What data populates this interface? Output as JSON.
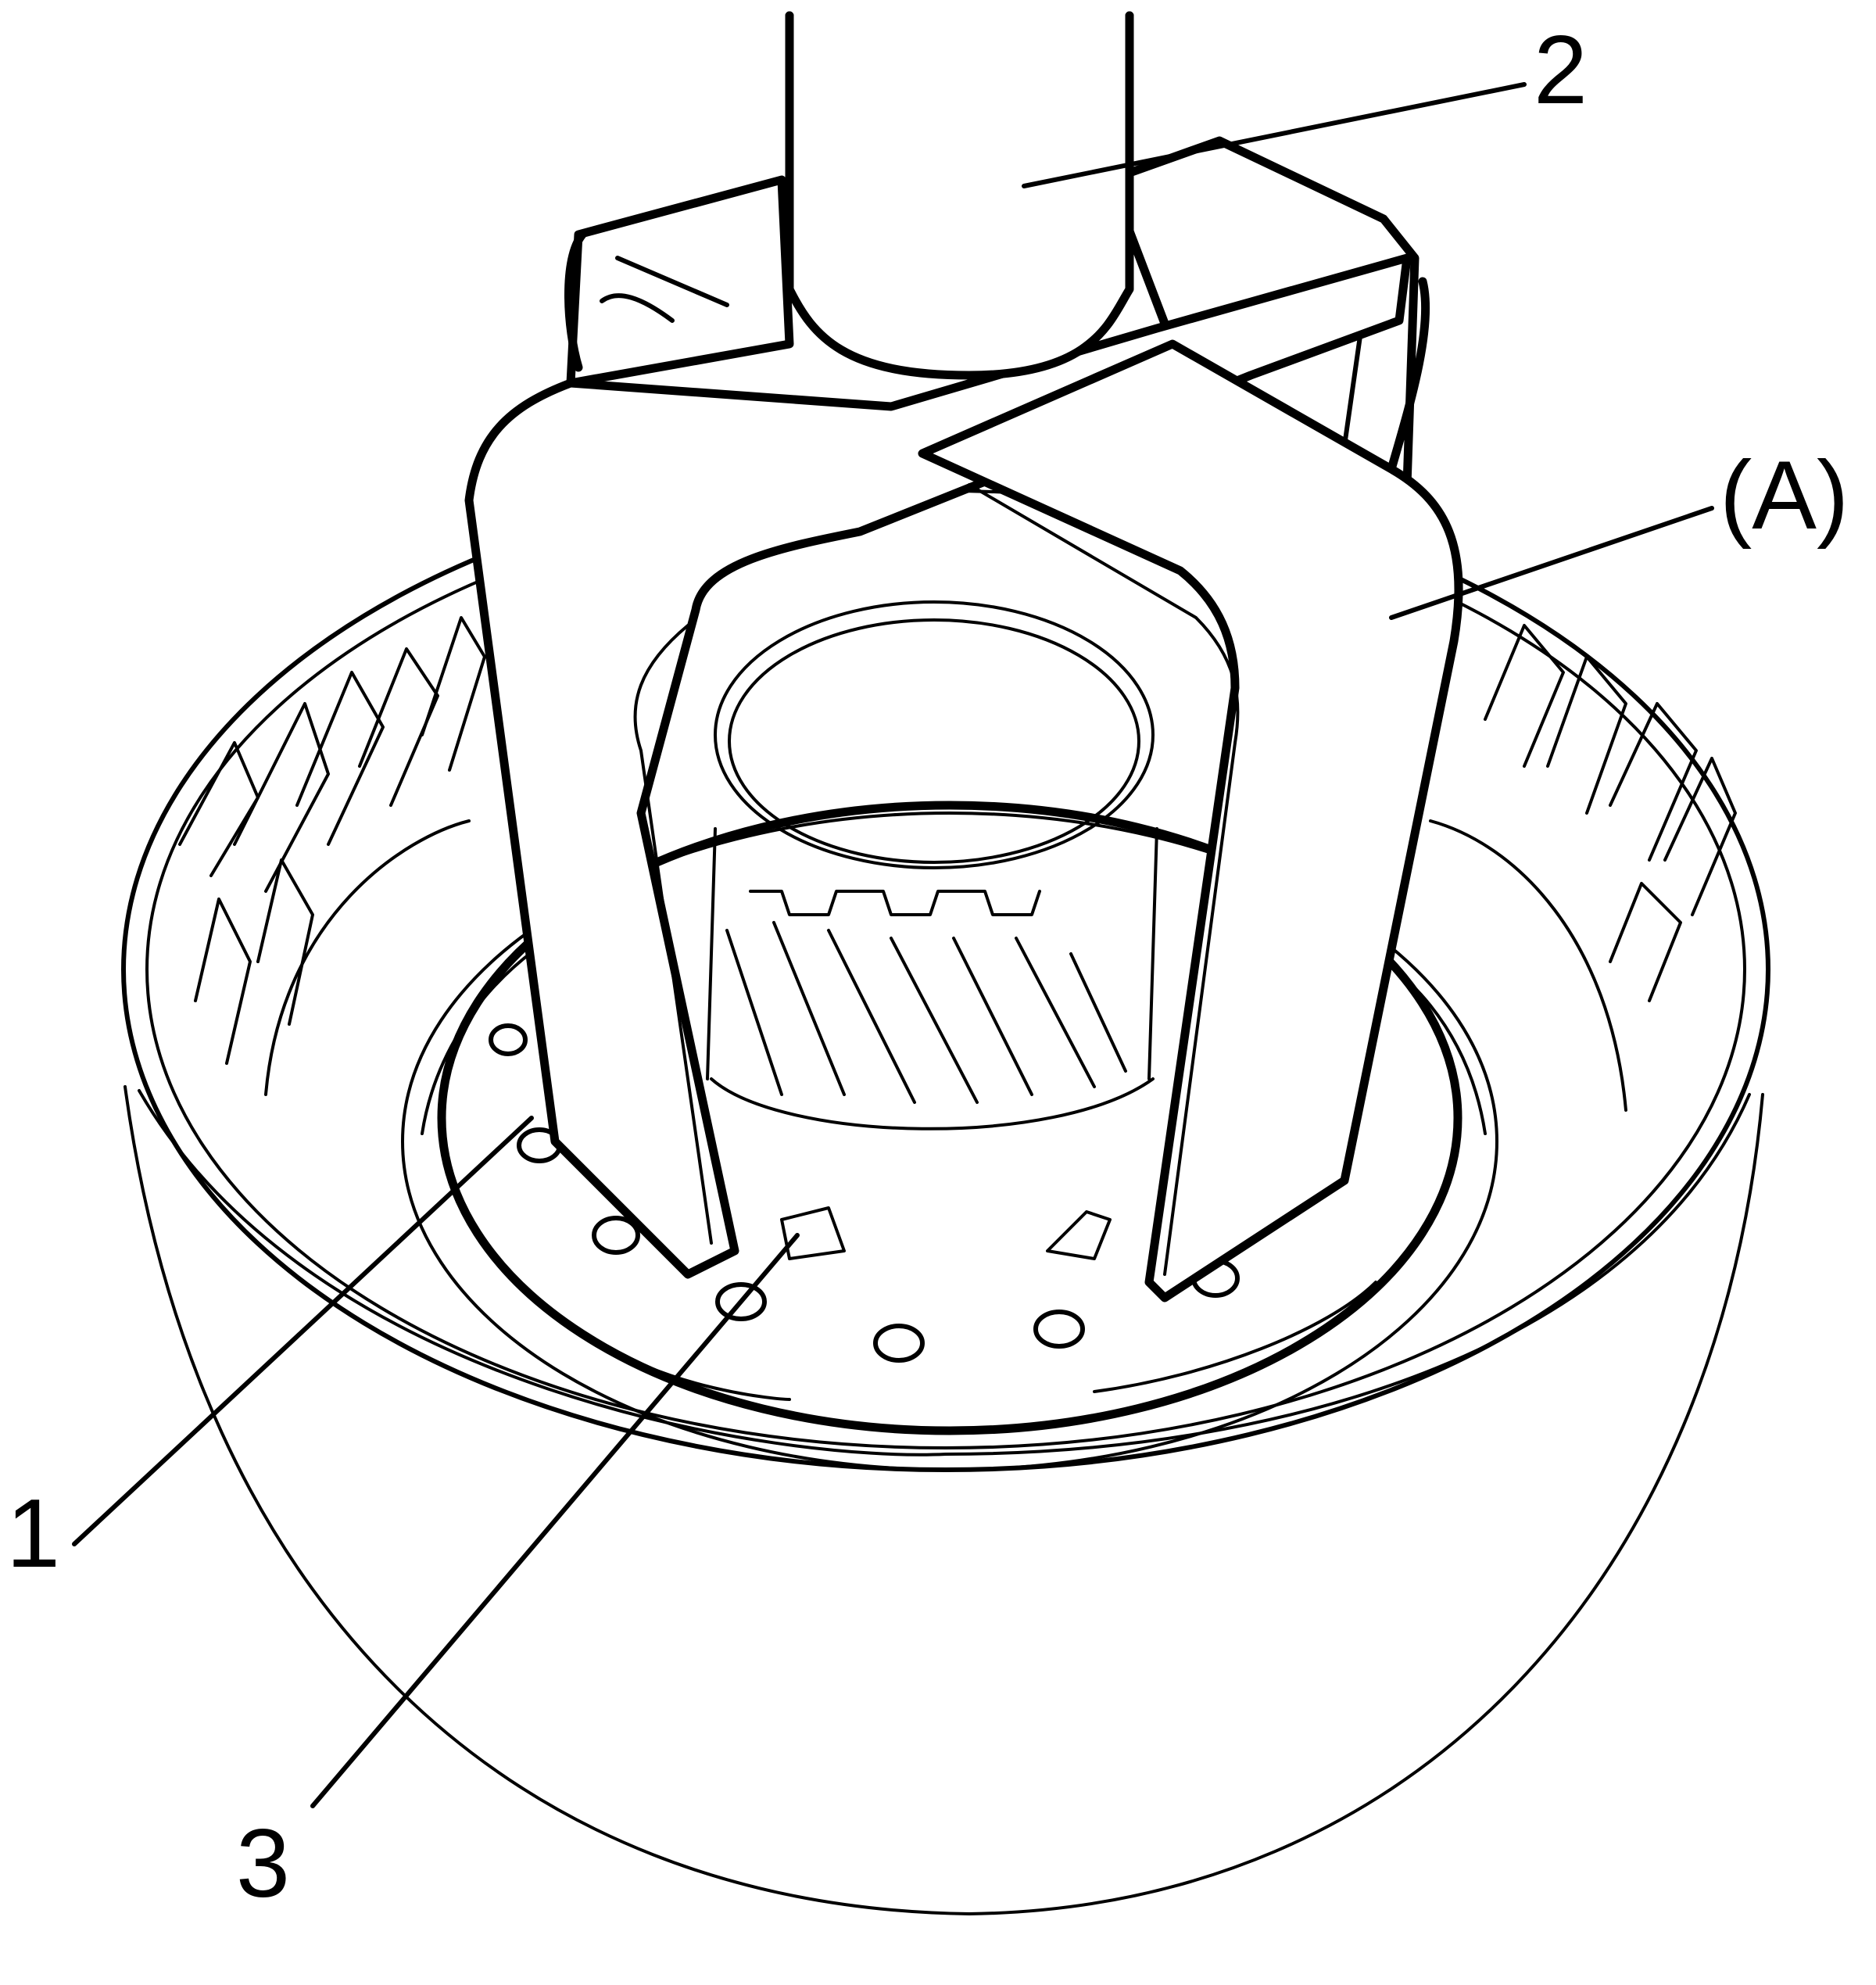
{
  "callouts": {
    "part_1": "1",
    "part_2": "2",
    "part_3": "3",
    "tool_a": "(A)"
  },
  "colors": {
    "background": "#ffffff",
    "line": "#000000"
  }
}
